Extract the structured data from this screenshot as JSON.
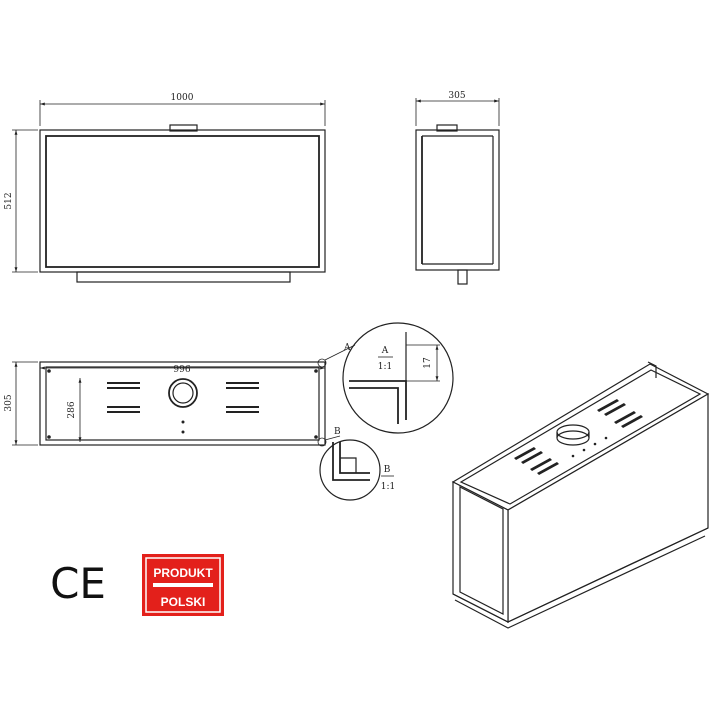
{
  "front_view": {
    "width_label": "1000",
    "height_label": "512"
  },
  "side_view": {
    "depth_label": "305"
  },
  "top_view": {
    "inner_width_label": "996",
    "depth_label": "305",
    "inner_depth_label": "286"
  },
  "detail_a": {
    "callout": "A",
    "title": "A",
    "scale": "1:1",
    "dimension": "17"
  },
  "detail_b": {
    "callout": "B",
    "title": "B",
    "scale": "1:1"
  },
  "ce_mark": "CE",
  "badge": {
    "line1": "PRODUKT",
    "line2": "POLSKI",
    "color": "#e3201b"
  }
}
